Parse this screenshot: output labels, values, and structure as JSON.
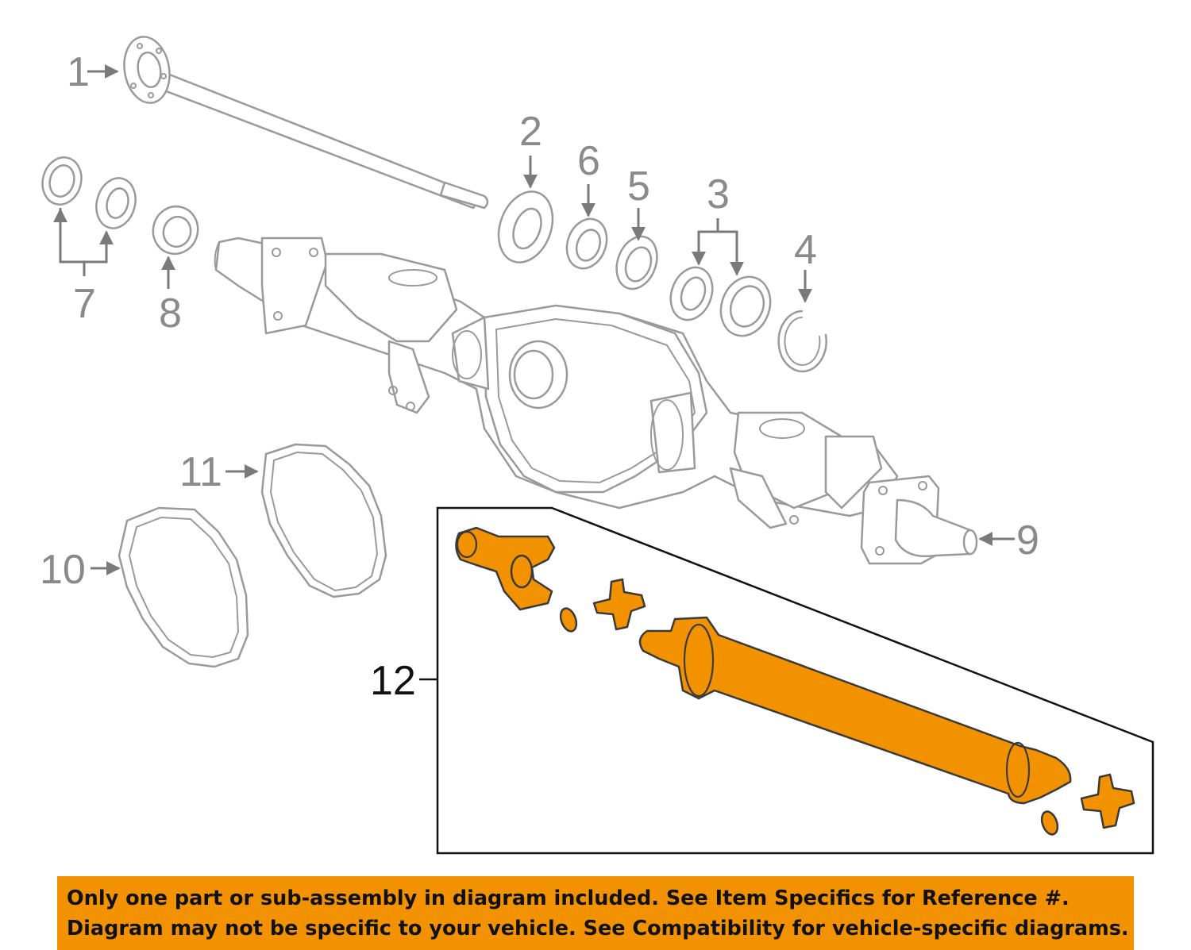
{
  "colors": {
    "highlight": "#f39200",
    "banner_background": "#f39200",
    "outline": "#9a9a9a"
  },
  "callouts": {
    "c1": "1",
    "c2": "2",
    "c3": "3",
    "c4": "4",
    "c5": "5",
    "c6": "6",
    "c7": "7",
    "c8": "8",
    "c9": "9",
    "c10": "10",
    "c11": "11",
    "c12": "12"
  },
  "highlighted_part": "12",
  "banner": {
    "line1": "Only one part or sub-assembly in diagram included. See Item Specifics for Reference #.",
    "line2": "Diagram may not be specific to your vehicle. See Compatibility for vehicle-specific diagrams."
  }
}
